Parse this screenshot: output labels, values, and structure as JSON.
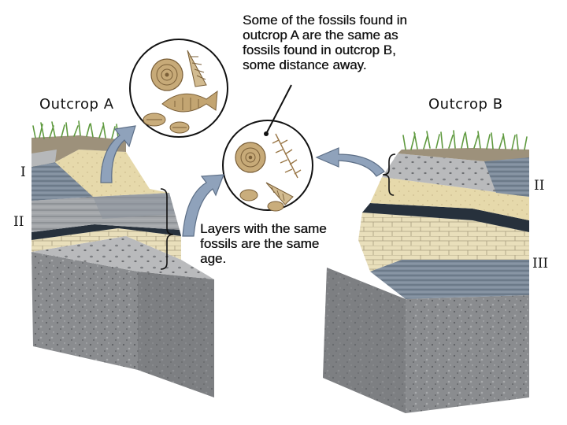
{
  "captions": {
    "top": [
      "Some of the fossils found in",
      "outcrop A are the same as",
      "fossils found in outcrop B,",
      "some distance away."
    ],
    "middle": [
      "Layers with the same",
      "fossils are the same",
      "age."
    ]
  },
  "outcrops": {
    "a": "Outcrop A",
    "b": "Outcrop B"
  },
  "layer_labels": {
    "a_upper": "I",
    "a_lower": "II",
    "b_upper": "II",
    "b_lower": "III"
  },
  "colors": {
    "sandstone": "#e8dcb0",
    "gray_rock": "#8f9296",
    "blue_shale": "#6f7f92",
    "dark_band": "#2a3440",
    "arrow_fill": "#8fa2bb",
    "soil": "#9b8f7a",
    "grass": "#5f9a3f",
    "fossil": "#b89a6a"
  },
  "icons": [
    "ammonite-fossil",
    "trilobite-fossil",
    "spiral-shell-fossil",
    "fish-fossil",
    "fern-fossil",
    "grass-tuft"
  ]
}
